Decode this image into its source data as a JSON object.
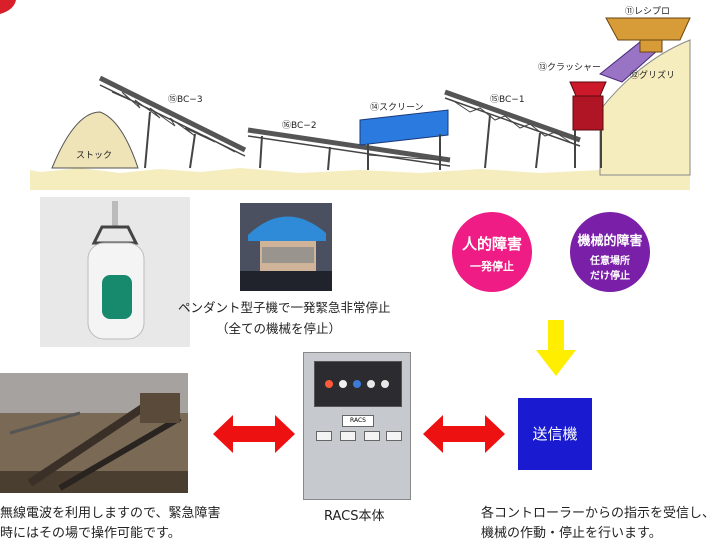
{
  "plant_labels": {
    "reshipuro": "⑪レシプロ",
    "grizzly": "⑫グリズリ",
    "crusher": "⑬クラッシャー",
    "bc1": "⑮BC−1",
    "screen": "⑭スクリーン",
    "bc2": "⑯BC−2",
    "bc3": "⑮BC−3",
    "stock": "ストック"
  },
  "pendant": {
    "caption_line1": "ペンダント型子機で一発緊急非常停止",
    "caption_line2": "（全ての機械を停止）"
  },
  "circles": {
    "human": {
      "title": "人的障害",
      "subtitle": "一発停止",
      "color": "#ee1c84"
    },
    "machine": {
      "title": "機械的障害",
      "subtitle_line1": "任意場所",
      "subtitle_line2": "だけ停止",
      "color": "#7a1fa8"
    }
  },
  "racs_panel_tag": "RACS",
  "transmitter_label": "送信機",
  "captions": {
    "left_line1": "無線電波を利用しますので、緊急障害",
    "left_line2": "時にはその場で操作可能です。",
    "center": "RACS本体",
    "right_line1": "各コントローラーからの指示を受信し、",
    "right_line2": "機械の作動・停止を行います。"
  },
  "colors": {
    "arrow_red": "#ee1111",
    "arrow_yellow": "#ffee00",
    "transmitter_blue": "#1a1ad0",
    "ground": "#f5edbe"
  }
}
